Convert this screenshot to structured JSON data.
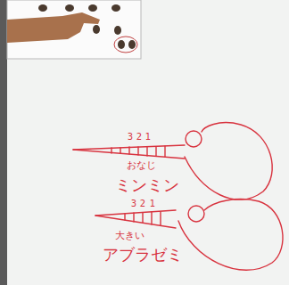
{
  "diagram": {
    "labels": [
      "3",
      "2",
      "1",
      "おなじ",
      "ミンミン",
      "3",
      "2",
      "1",
      "大きい",
      "アブラゼミ"
    ]
  }
}
